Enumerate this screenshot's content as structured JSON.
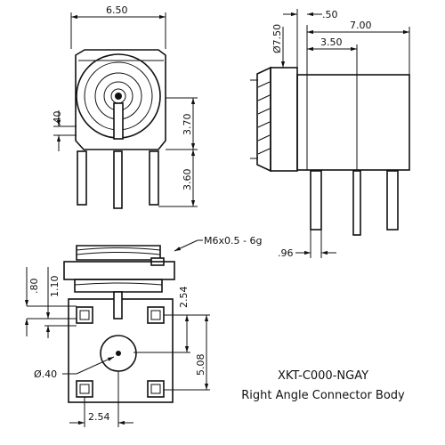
{
  "part": {
    "number": "XKT-C000-NGAY",
    "description": "Right Angle Connector Body"
  },
  "dimensions": {
    "front_width": "6.50",
    "front_mid_height": "3.70",
    "front_pin_length": "3.60",
    "front_gap": ".40",
    "side_flange": ".50",
    "side_depth": "7.00",
    "side_half_depth": "3.50",
    "side_thread_dia": "Ø7.50",
    "side_pin_offset": ".96",
    "thread_spec": "M6x0.5 - 6g",
    "bottom_pad_size": ".80",
    "bottom_flange_height": "1.10",
    "bottom_pin_spacing_v": "2.54",
    "bottom_square": "5.08",
    "bottom_hole_dia": "Ø.40",
    "bottom_pin_spacing_h": "2.54"
  },
  "colors": {
    "line": "#111111",
    "background": "#ffffff"
  }
}
